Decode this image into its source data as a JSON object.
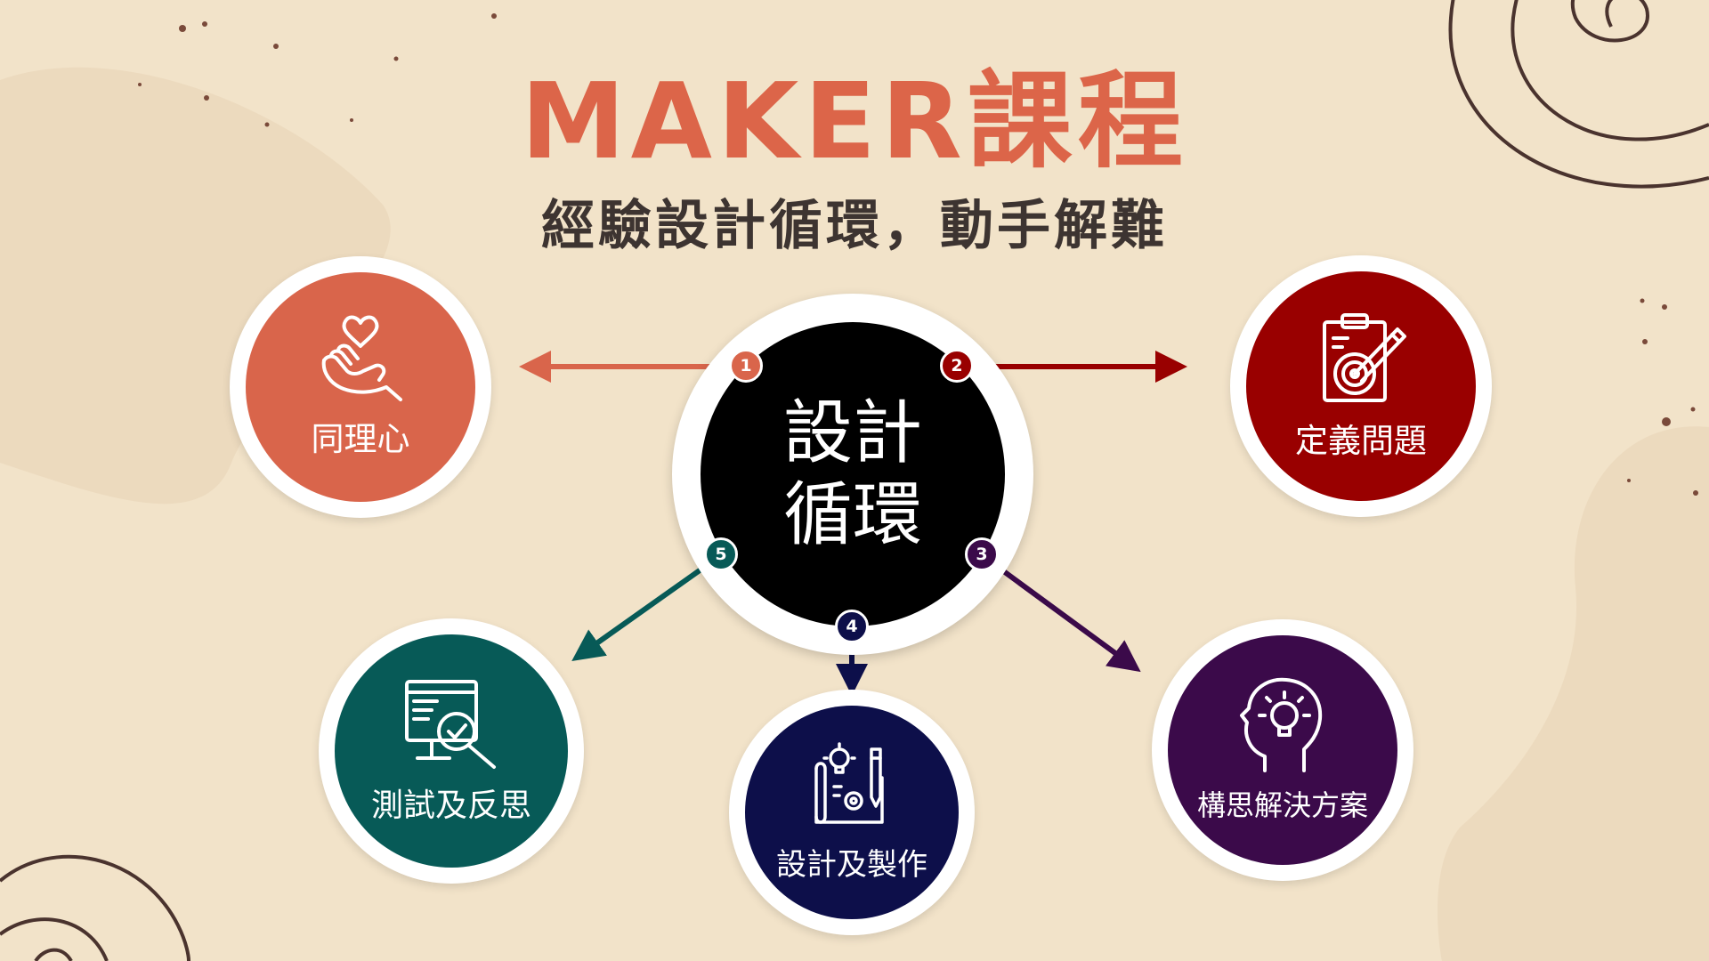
{
  "title": "MAKER課程",
  "subtitle": "經驗設計循環，動手解難",
  "center": {
    "line1": "設計",
    "line2": "循環"
  },
  "colors": {
    "background": "#f2e3c9",
    "title": "#dc6549",
    "empathy": "#d9654b",
    "define": "#990000",
    "ideate": "#3b0a4a",
    "make": "#0d0f4a",
    "test": "#075a57",
    "center": "#000000"
  },
  "steps": [
    {
      "number": "1",
      "label": "同理心",
      "icon": "heart-hand-icon"
    },
    {
      "number": "2",
      "label": "定義問題",
      "icon": "clipboard-target-icon"
    },
    {
      "number": "3",
      "label": "構思解決方案",
      "icon": "head-lightbulb-icon"
    },
    {
      "number": "4",
      "label": "設計及製作",
      "icon": "blueprint-design-icon"
    },
    {
      "number": "5",
      "label": "測試及反思",
      "icon": "screen-magnifier-check-icon"
    }
  ]
}
